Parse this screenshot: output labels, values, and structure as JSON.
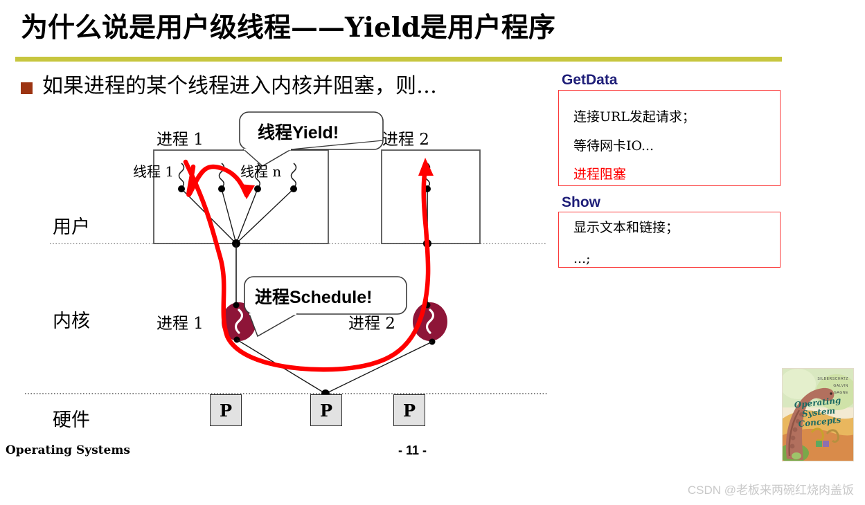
{
  "slide": {
    "title": "为什么说是用户级线程——Yield是用户程序",
    "bullet": "如果进程的某个线程进入内核并阻塞，则…",
    "accent_rule_color": "#c7c63f",
    "bullet_color": "#9c3412"
  },
  "code_panel": {
    "blocks": [
      {
        "header": "GetData",
        "lines": [
          {
            "text": "连接URL发起请求；",
            "color": "#000000"
          },
          {
            "text": "等待网卡IO...",
            "color": "#000000"
          },
          {
            "text": "进程阻塞",
            "color": "#ff0000"
          }
        ]
      },
      {
        "header": "Show",
        "lines": [
          {
            "text": "显示文本和链接；",
            "color": "#000000"
          },
          {
            "text": "...;",
            "color": "#000000"
          }
        ]
      }
    ],
    "header_color": "#1e1e78",
    "border_color": "#fb3a3a"
  },
  "diagram": {
    "zone_labels": [
      {
        "text": "用户"
      },
      {
        "text": "内核"
      },
      {
        "text": "硬件"
      }
    ],
    "user_processes": [
      {
        "label": "进程 1"
      },
      {
        "label": "进程 2"
      }
    ],
    "thread_labels": [
      {
        "text": "线程 1"
      },
      {
        "text": "线程 n"
      }
    ],
    "kernel_processes": [
      {
        "label": "进程 1"
      },
      {
        "label": "进程 2"
      }
    ],
    "callouts": [
      {
        "text": "线程Yield!"
      },
      {
        "text": "进程Schedule!"
      }
    ],
    "cpus": [
      {
        "label": "P"
      },
      {
        "label": "P"
      },
      {
        "label": "P"
      }
    ],
    "colors": {
      "kernel_ellipse": "#8e1538",
      "flow_arrow": "#ff0000",
      "cpu_fill": "#e2e2e2"
    }
  },
  "footer": {
    "course": "Operating Systems",
    "page": "- 11 -",
    "watermark": "CSDN @老板来两碗红烧肉盖饭"
  },
  "book": {
    "title": "Operating System Concepts",
    "authors": [
      "SILBERSCHATZ",
      "GALVIN",
      "GAGNE"
    ]
  }
}
